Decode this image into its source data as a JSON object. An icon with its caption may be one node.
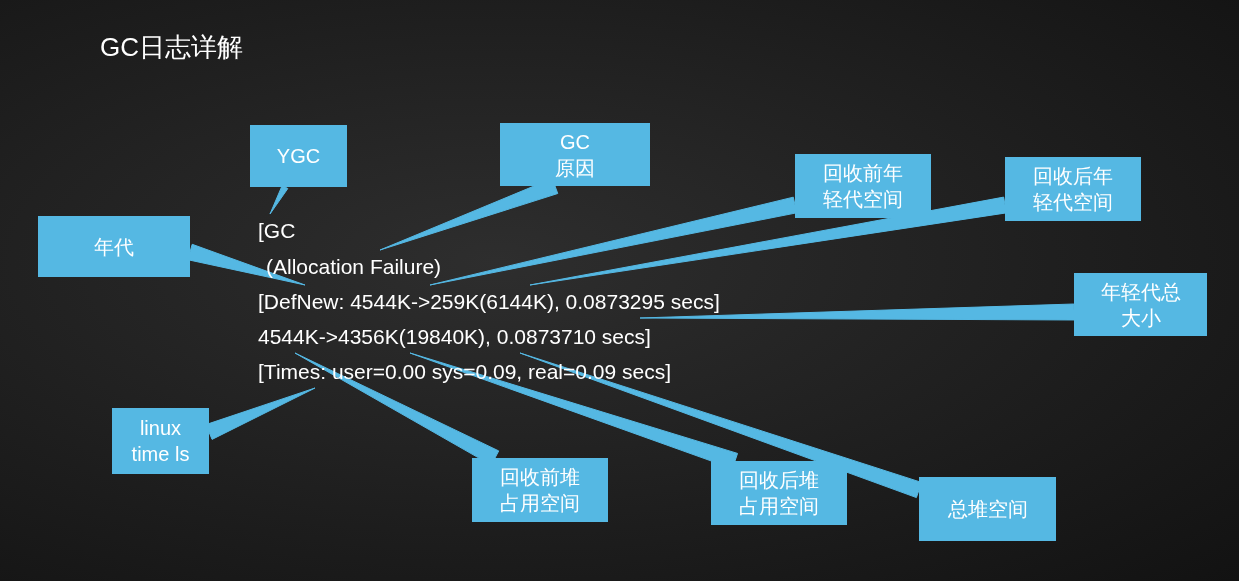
{
  "diagram": {
    "title": "GC日志详解",
    "nodes": [
      {
        "text": [
          "YGC"
        ]
      },
      {
        "text": [
          "GC 原因"
        ]
      },
      {
        "text": [
          "回收前年轻代空间"
        ]
      },
      {
        "text": [
          "回收后年轻代空间"
        ]
      },
      {
        "text": [
          "年轻代总大小"
        ]
      },
      {
        "text": [
          "年代"
        ]
      },
      {
        "text": [
          "linux time ls"
        ]
      },
      {
        "text": [
          "回收前堆占用空间"
        ]
      },
      {
        "text": [
          "回收后堆占用空间"
        ]
      },
      {
        "text": [
          "总堆空间"
        ]
      },
      {
        "text": [
          "[GC"
        ]
      },
      {
        "text": [
          "(Allocation Failure)"
        ]
      },
      {
        "text": [
          "[DefNew: 4544K->259K(6144K), 0.0873295 secs]"
        ]
      },
      {
        "text": [
          "4544K->4356K(19840K), 0.0873710 secs]"
        ]
      },
      {
        "text": [
          "[Times: user=0.00 sys=0.09, real=0.09 secs]"
        ]
      }
    ],
    "edges": [
      {
        "from": 0,
        "to": 10,
        "arrow": "none"
      },
      {
        "from": 1,
        "to": 11,
        "arrow": "none"
      },
      {
        "from": 2,
        "to": 12,
        "arrow": "none"
      },
      {
        "from": 3,
        "to": 12,
        "arrow": "none"
      },
      {
        "from": 4,
        "to": 12,
        "arrow": "none"
      },
      {
        "from": 5,
        "to": 12,
        "arrow": "none"
      },
      {
        "from": 6,
        "to": 14,
        "arrow": "none"
      },
      {
        "from": 7,
        "to": 13,
        "arrow": "none"
      },
      {
        "from": 8,
        "to": 13,
        "arrow": "none"
      },
      {
        "from": 9,
        "to": 13,
        "arrow": "none"
      }
    ]
  }
}
